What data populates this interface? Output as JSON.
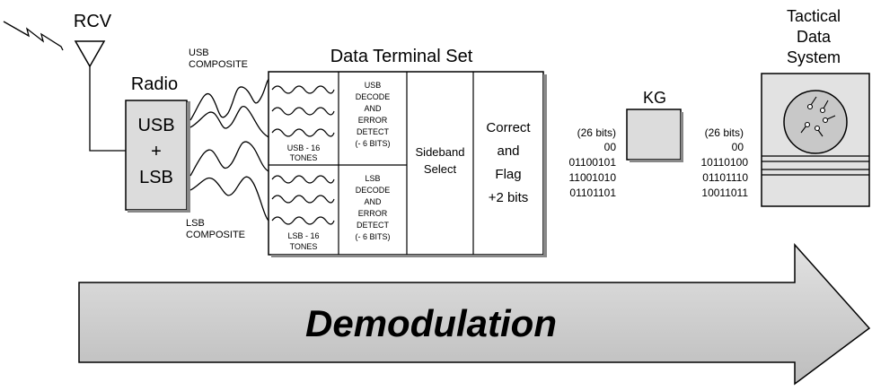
{
  "antenna": {
    "label": "RCV"
  },
  "radio": {
    "title": "Radio",
    "line1": "USB",
    "line2": "+",
    "line3": "LSB"
  },
  "usb_composite": {
    "line1": "USB",
    "line2": "COMPOSITE"
  },
  "lsb_composite": {
    "line1": "LSB",
    "line2": "COMPOSITE"
  },
  "dts": {
    "title": "Data Terminal Set",
    "usb_tones": {
      "line1": "USB - 16",
      "line2": "TONES"
    },
    "lsb_tones": {
      "line1": "LSB - 16",
      "line2": "TONES"
    },
    "usb_decode": [
      "USB",
      "DECODE",
      "AND",
      "ERROR",
      "DETECT",
      "(- 6 BITS)"
    ],
    "lsb_decode": [
      "LSB",
      "DECODE",
      "AND",
      "ERROR",
      "DETECT",
      "(- 6 BITS)"
    ],
    "sideband": {
      "line1": "Sideband",
      "line2": "Select"
    },
    "correct": {
      "line1": "Correct",
      "line2": "and",
      "line3": "Flag",
      "line4": "+2 bits"
    }
  },
  "bits_in": {
    "header": "(26 bits)",
    "lines": [
      "00",
      "01100101",
      "11001010",
      "01101101"
    ]
  },
  "kg": {
    "label": "KG"
  },
  "bits_out": {
    "header": "(26 bits)",
    "lines": [
      "00",
      "10110100",
      "01101110",
      "10011011"
    ]
  },
  "tds": {
    "line1": "Tactical",
    "line2": "Data",
    "line3": "System"
  },
  "arrow": {
    "label": "Demodulation"
  },
  "colors": {
    "box_fill": "#dcdcdc",
    "arrow_fill": "#c8c8c8",
    "stroke": "#000000"
  }
}
